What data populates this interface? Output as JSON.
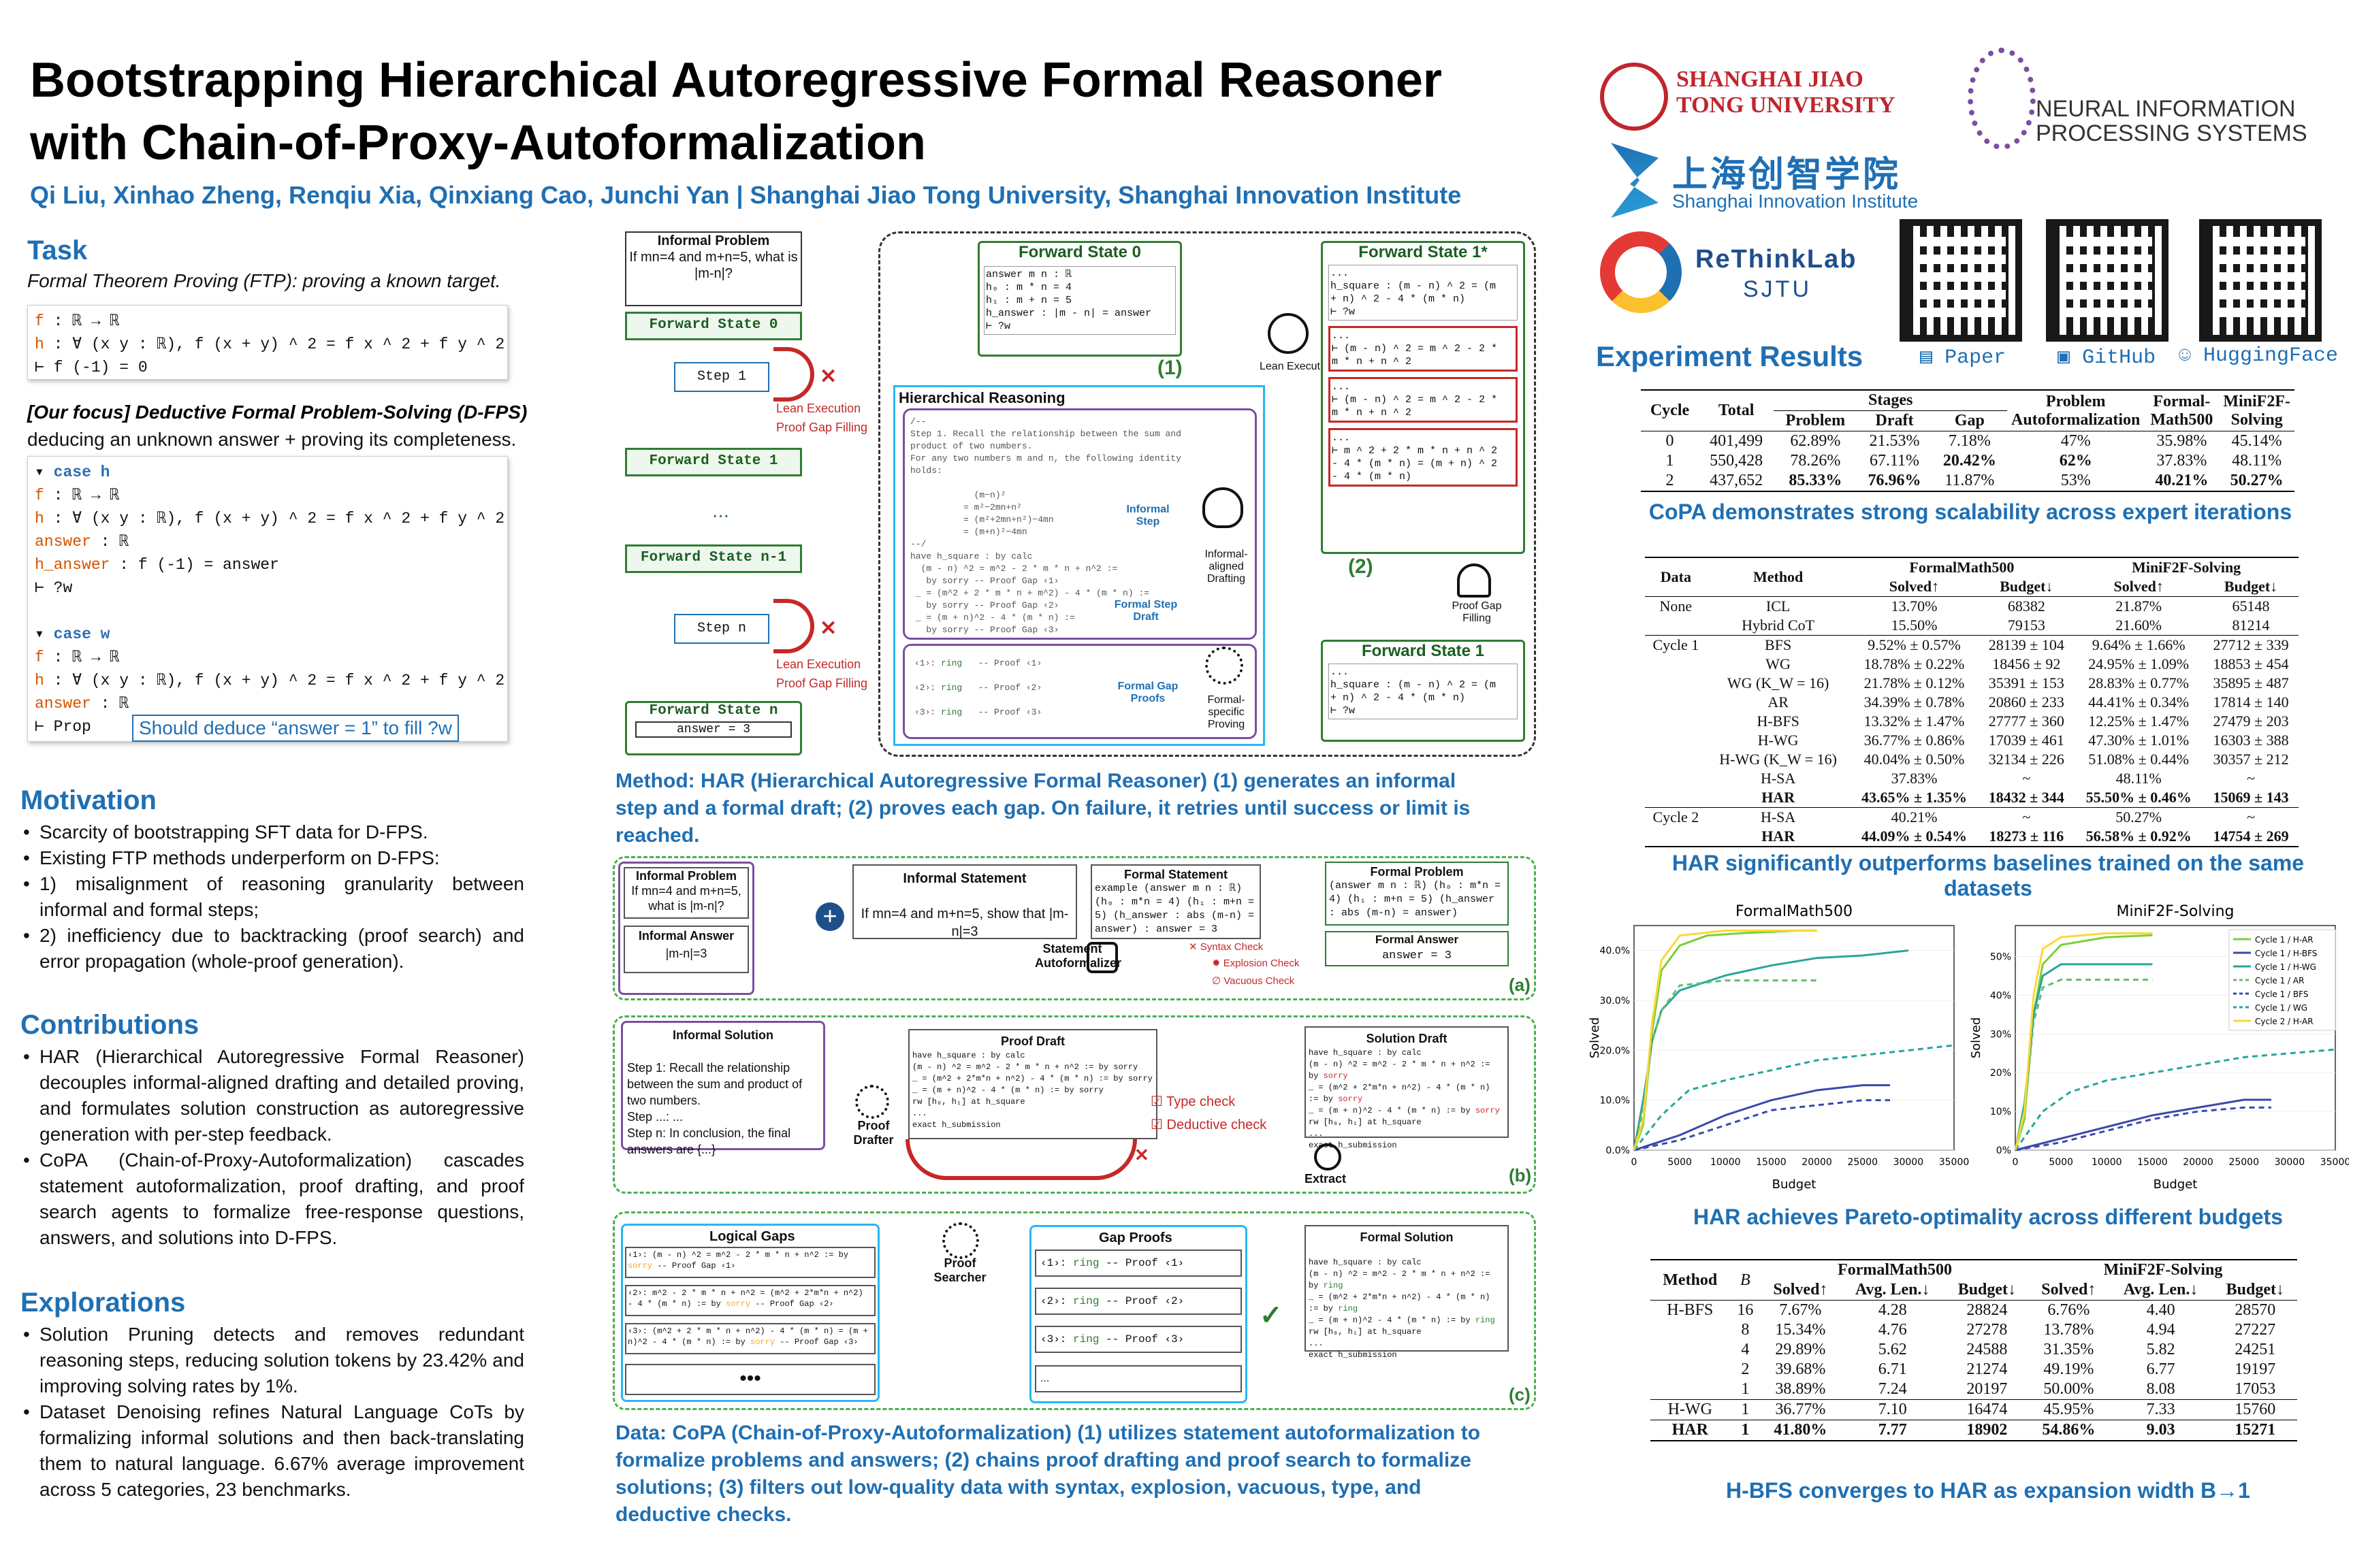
{
  "title_line1": "Bootstrapping Hierarchical Autoregressive Formal Reasoner",
  "title_line2": "with Chain-of-Proxy-Autoformalization",
  "authors": "Qi Liu, Xinhao Zheng, Renqiu Xia, Qinxiang Cao, Junchi Yan | Shanghai Jiao Tong University, Shanghai Innovation Institute",
  "logos": {
    "sjtu": "SHANGHAI JIAO TONG UNIVERSITY",
    "neurips": "NEURAL INFORMATION PROCESSING SYSTEMS",
    "sii_cn": "上海创智学院",
    "sii_en": "Shanghai Innovation Institute",
    "rethink": "ReThinkLab",
    "rethink_sub": "SJTU"
  },
  "links": {
    "paper": "Paper",
    "github": "GitHub",
    "hf": "HuggingFace"
  },
  "task": {
    "heading": "Task",
    "ftp_line": "Formal Theorem Proving (FTP): proving a known target.",
    "focus_line": "[Our focus] Deductive Formal Problem-Solving (D-FPS)",
    "focus_desc": "deducing an unknown answer + proving its completeness.",
    "case_h": "case h",
    "case_w": "case w",
    "note": "Should deduce “answer = 1” to fill ?w"
  },
  "motivation": {
    "heading": "Motivation",
    "items": [
      "Scarcity of bootstrapping SFT data for D-FPS.",
      "Existing FTP methods underperform on D-FPS:",
      "1) misalignment of reasoning granularity between informal and formal steps;",
      "2) inefficiency due to backtracking (proof search) and error propagation (whole-proof generation)."
    ]
  },
  "contributions": {
    "heading": "Contributions",
    "items": [
      "HAR (Hierarchical Autoregressive Formal Reasoner) decouples informal-aligned drafting and detailed proving, and formulates solution construction as autoregressive generation with per-step feedback.",
      "CoPA (Chain-of-Proxy-Autoformalization) cascades statement autoformalization, proof drafting, and proof search agents to formalize free-response questions, answers, and solutions into D-FPS."
    ]
  },
  "explorations": {
    "heading": "Explorations",
    "items": [
      "Solution Pruning detects and removes redundant reasoning steps, reducing solution tokens by 23.42% and improving solving rates by 1%.",
      "Dataset Denoising refines Natural Language CoTs by formalizing informal solutions and then back-translating them to natural language. 6.67% average improvement across 5 categories, 23 benchmarks."
    ]
  },
  "method": {
    "informal_problem": "Informal Problem",
    "informal_problem_text": "If mn=4 and m+n=5, what is |m-n|?",
    "fs0": "Forward State 0",
    "step1": "Step 1",
    "fs1": "Forward State 1",
    "dots": "...",
    "fsn1": "Forward State n-1",
    "stepn": "Step n",
    "fsn": "Forward State n",
    "answer3": "answer = 3",
    "lean_exec": "Lean Execution",
    "proof_gap": "Proof Gap Filling",
    "hr": "Hierarchical Reasoning",
    "informal_step": "Informal Step",
    "formal_draft": "Formal Step Draft",
    "gap_proofs": "Formal Gap Proofs",
    "ia_drafting": "Informal-aligned Drafting",
    "fs_proving": "Formal-specific Proving",
    "lean": "Lean Execution",
    "pgf": "Proof Gap Filling",
    "fs0_top": "Forward State 0",
    "fs1star": "Forward State 1*",
    "fs1b": "Forward State 1",
    "label1": "(1)",
    "label2": "(2)",
    "caption": "Method: HAR (Hierarchical Autoregressive Formal Reasoner) (1) generates an informal step and a formal draft; (2) proves each gap. On failure, it retries until success or limit is reached."
  },
  "data": {
    "informal_problem": "Informal Problem",
    "informal_problem_text": "If mn=4 and m+n=5, what is |m-n|?",
    "informal_answer": "Informal Answer",
    "informal_answer_text": "|m-n|=3",
    "informal_statement": "Informal Statement",
    "informal_statement_text": "If mn=4 and m+n=5, show that |m-n|=3",
    "formal_statement": "Formal Statement",
    "formal_problem": "Formal Problem",
    "formal_answer": "Formal Answer",
    "formal_answer_text": "answer = 3",
    "stmt_auto": "Statement Autoformalizer",
    "syntax": "Syntax Check",
    "explosion": "Explosion Check",
    "vacuous": "Vacuous Check",
    "informal_solution": "Informal Solution",
    "proof_draft": "Proof Draft",
    "solution_draft": "Solution Draft",
    "proof_drafter": "Proof Drafter",
    "type_check": "Type check",
    "deductive_check": "Deductive check",
    "extract": "Extract",
    "logical_gaps": "Logical Gaps",
    "gap_proofs": "Gap Proofs",
    "formal_solution": "Formal Solution",
    "proof_searcher": "Proof Searcher",
    "la": "(a)",
    "lb": "(b)",
    "lc": "(c)",
    "caption": "Data: CoPA (Chain-of-Proxy-Autoformalization) (1) utilizes statement autoformalization to formalize problems and answers; (2) chains proof drafting and proof search to formalize solutions; (3) filters out low-quality data with syntax, explosion, vacuous, type, and deductive checks."
  },
  "results": {
    "heading": "Experiment Results",
    "t1_caption": "CoPA demonstrates strong scalability across expert iterations",
    "t1_head": [
      "Cycle",
      "Total",
      "Problem",
      "Draft",
      "Gap",
      "Problem Autoformalization",
      "Formal-Math500",
      "MiniF2F-Solving"
    ],
    "t1_stages": "Stages",
    "t1_rows": [
      [
        "0",
        "401,499",
        "62.89%",
        "21.53%",
        "7.18%",
        "47%",
        "35.98%",
        "45.14%"
      ],
      [
        "1",
        "550,428",
        "78.26%",
        "67.11%",
        "20.42%",
        "62%",
        "37.83%",
        "48.11%"
      ],
      [
        "2",
        "437,652",
        "85.33%",
        "76.96%",
        "11.87%",
        "53%",
        "40.21%",
        "50.27%"
      ]
    ],
    "t2_caption": "HAR significantly outperforms baselines trained on the same datasets",
    "t2_head": [
      "Data",
      "Method",
      "FormalMath500",
      "MiniF2F-Solving",
      "Solved↑",
      "Budget↓",
      "Solved↑",
      "Budget↓"
    ],
    "t2_rows": [
      [
        "None",
        "ICL",
        "13.70%",
        "68382",
        "21.87%",
        "65148"
      ],
      [
        "",
        "Hybrid CoT",
        "15.50%",
        "79153",
        "21.60%",
        "81214"
      ],
      [
        "Cycle 1",
        "BFS",
        "9.52% ± 0.57%",
        "28139 ± 104",
        "9.64% ± 1.66%",
        "27712 ± 339"
      ],
      [
        "",
        "WG",
        "18.78% ± 0.22%",
        "18456 ± 92",
        "24.95% ± 1.09%",
        "18853 ± 454"
      ],
      [
        "",
        "WG (K_W = 16)",
        "21.78% ± 0.12%",
        "35391 ± 153",
        "28.83% ± 0.77%",
        "35895 ± 487"
      ],
      [
        "",
        "AR",
        "34.39% ± 0.78%",
        "20860 ± 233",
        "44.41% ± 0.34%",
        "17814 ± 140"
      ],
      [
        "",
        "H-BFS",
        "13.32% ± 1.47%",
        "27777 ± 360",
        "12.25% ± 1.47%",
        "27479 ± 203"
      ],
      [
        "",
        "H-WG",
        "36.77% ± 0.86%",
        "17039 ± 461",
        "47.30% ± 1.01%",
        "16303 ± 388"
      ],
      [
        "",
        "H-WG (K_W = 16)",
        "40.04% ± 0.50%",
        "32134 ± 226",
        "51.08% ± 0.44%",
        "30357 ± 212"
      ],
      [
        "",
        "H-SA",
        "37.83%",
        "~",
        "48.11%",
        "~"
      ],
      [
        "",
        "HAR",
        "43.65% ± 1.35%",
        "18432 ± 344",
        "55.50% ± 0.46%",
        "15069 ± 143"
      ],
      [
        "Cycle 2",
        "H-SA",
        "40.21%",
        "~",
        "50.27%",
        "~"
      ],
      [
        "",
        "HAR",
        "44.09% ± 0.54%",
        "18273 ± 116",
        "56.58% ± 0.92%",
        "14754 ± 269"
      ]
    ],
    "chart_caption": "HAR achieves Pareto-optimality across different budgets",
    "t3_caption": "H-BFS converges to HAR as expansion width B→1",
    "t3_head": [
      "Method",
      "B",
      "FormalMath500",
      "MiniF2F-Solving",
      "Solved↑",
      "Avg. Len.↓",
      "Budget↓",
      "Solved↑",
      "Avg. Len.↓",
      "Budget↓"
    ],
    "t3_rows": [
      [
        "H-BFS",
        "16",
        "7.67%",
        "4.28",
        "28824",
        "6.76%",
        "4.40",
        "28570"
      ],
      [
        "",
        "8",
        "15.34%",
        "4.76",
        "27278",
        "13.78%",
        "4.94",
        "27227"
      ],
      [
        "",
        "4",
        "29.89%",
        "5.62",
        "24588",
        "31.35%",
        "5.82",
        "24251"
      ],
      [
        "",
        "2",
        "39.68%",
        "6.71",
        "21274",
        "49.19%",
        "6.77",
        "19197"
      ],
      [
        "",
        "1",
        "38.89%",
        "7.24",
        "20197",
        "50.00%",
        "8.08",
        "17053"
      ],
      [
        "H-WG",
        "1",
        "36.77%",
        "7.10",
        "16474",
        "45.95%",
        "7.33",
        "15760"
      ],
      [
        "HAR",
        "1",
        "41.80%",
        "7.77",
        "18902",
        "54.86%",
        "9.03",
        "15271"
      ]
    ]
  },
  "chart_data": [
    {
      "type": "line",
      "title": "FormalMath500",
      "xlabel": "Budget",
      "ylabel": "Solved",
      "xlim": [
        0,
        35000
      ],
      "ylim": [
        0,
        0.45
      ],
      "xticks": [
        "0",
        "5000",
        "10000",
        "15000",
        "20000",
        "25000",
        "30000",
        "35000"
      ],
      "yticks": [
        "0.0%",
        "10.0%",
        "20.0%",
        "30.0%",
        "40.0%"
      ],
      "series": [
        {
          "name": "Cycle 1 / H-AR",
          "color": "#7ccf3a",
          "dash": "",
          "x": [
            0,
            1000,
            2000,
            3000,
            5000,
            8000,
            12000,
            18000,
            20000
          ],
          "y": [
            0,
            0.05,
            0.24,
            0.36,
            0.41,
            0.43,
            0.435,
            0.44,
            0.44
          ]
        },
        {
          "name": "Cycle 1 / H-BFS",
          "color": "#3949ab",
          "dash": "",
          "x": [
            0,
            5000,
            10000,
            15000,
            20000,
            25000,
            28000
          ],
          "y": [
            0,
            0.03,
            0.07,
            0.1,
            0.12,
            0.13,
            0.13
          ]
        },
        {
          "name": "Cycle 1 / H-WG",
          "color": "#26a69a",
          "dash": "",
          "x": [
            0,
            1000,
            2000,
            3000,
            5000,
            10000,
            15000,
            20000,
            25000,
            30000
          ],
          "y": [
            0,
            0.1,
            0.22,
            0.28,
            0.32,
            0.35,
            0.37,
            0.385,
            0.39,
            0.4
          ]
        },
        {
          "name": "Cycle 1 / AR",
          "color": "#66bb6a",
          "dash": "8,6",
          "x": [
            0,
            1000,
            2000,
            3000,
            5000,
            10000,
            15000,
            20000
          ],
          "y": [
            0,
            0.08,
            0.22,
            0.28,
            0.33,
            0.34,
            0.34,
            0.34
          ]
        },
        {
          "name": "Cycle 1 / BFS",
          "color": "#3949ab",
          "dash": "8,6",
          "x": [
            0,
            5000,
            10000,
            15000,
            20000,
            25000,
            28000
          ],
          "y": [
            0,
            0.02,
            0.05,
            0.08,
            0.09,
            0.1,
            0.1
          ]
        },
        {
          "name": "Cycle 1 / WG",
          "color": "#26a69a",
          "dash": "8,6",
          "x": [
            0,
            3000,
            6000,
            10000,
            15000,
            20000,
            25000,
            30000,
            35000
          ],
          "y": [
            0,
            0.07,
            0.12,
            0.14,
            0.16,
            0.18,
            0.19,
            0.2,
            0.21
          ]
        },
        {
          "name": "Cycle 2 / H-AR",
          "color": "#fdd835",
          "dash": "",
          "x": [
            0,
            1000,
            2000,
            3000,
            5000,
            10000,
            15000,
            20000
          ],
          "y": [
            0,
            0.06,
            0.26,
            0.38,
            0.43,
            0.44,
            0.44,
            0.44
          ]
        }
      ]
    },
    {
      "type": "line",
      "title": "MiniF2F-Solving",
      "xlabel": "Budget",
      "ylabel": "Solved",
      "xlim": [
        0,
        35000
      ],
      "ylim": [
        0,
        0.58
      ],
      "xticks": [
        "0",
        "5000",
        "10000",
        "15000",
        "20000",
        "25000",
        "30000",
        "35000"
      ],
      "yticks": [
        "0%",
        "10%",
        "20%",
        "30%",
        "40%",
        "50%"
      ],
      "series": [
        {
          "name": "Cycle 1 / H-AR",
          "color": "#7ccf3a",
          "dash": "",
          "x": [
            0,
            1000,
            2000,
            3000,
            5000,
            10000,
            15000
          ],
          "y": [
            0,
            0.08,
            0.35,
            0.48,
            0.53,
            0.55,
            0.555
          ]
        },
        {
          "name": "Cycle 1 / H-BFS",
          "color": "#3949ab",
          "dash": "",
          "x": [
            0,
            5000,
            10000,
            15000,
            20000,
            25000,
            28000
          ],
          "y": [
            0,
            0.03,
            0.06,
            0.09,
            0.11,
            0.13,
            0.13
          ]
        },
        {
          "name": "Cycle 1 / H-WG",
          "color": "#26a69a",
          "dash": "",
          "x": [
            0,
            1000,
            2000,
            3000,
            5000,
            10000,
            15000
          ],
          "y": [
            0,
            0.12,
            0.35,
            0.45,
            0.48,
            0.48,
            0.48
          ]
        },
        {
          "name": "Cycle 1 / AR",
          "color": "#66bb6a",
          "dash": "8,6",
          "x": [
            0,
            1000,
            2000,
            3000,
            5000,
            10000,
            15000
          ],
          "y": [
            0,
            0.1,
            0.33,
            0.42,
            0.44,
            0.44,
            0.44
          ]
        },
        {
          "name": "Cycle 1 / BFS",
          "color": "#3949ab",
          "dash": "8,6",
          "x": [
            0,
            5000,
            10000,
            15000,
            20000,
            25000,
            28000
          ],
          "y": [
            0,
            0.02,
            0.05,
            0.08,
            0.1,
            0.11,
            0.11
          ]
        },
        {
          "name": "Cycle 1 / WG",
          "color": "#26a69a",
          "dash": "8,6",
          "x": [
            0,
            3000,
            6000,
            10000,
            15000,
            20000,
            25000,
            30000,
            35000
          ],
          "y": [
            0,
            0.1,
            0.15,
            0.18,
            0.2,
            0.22,
            0.24,
            0.25,
            0.26
          ]
        },
        {
          "name": "Cycle 2 / H-AR",
          "color": "#fdd835",
          "dash": "",
          "x": [
            0,
            1000,
            2000,
            3000,
            5000,
            10000,
            15000
          ],
          "y": [
            0,
            0.1,
            0.4,
            0.52,
            0.55,
            0.56,
            0.56
          ]
        }
      ]
    }
  ]
}
